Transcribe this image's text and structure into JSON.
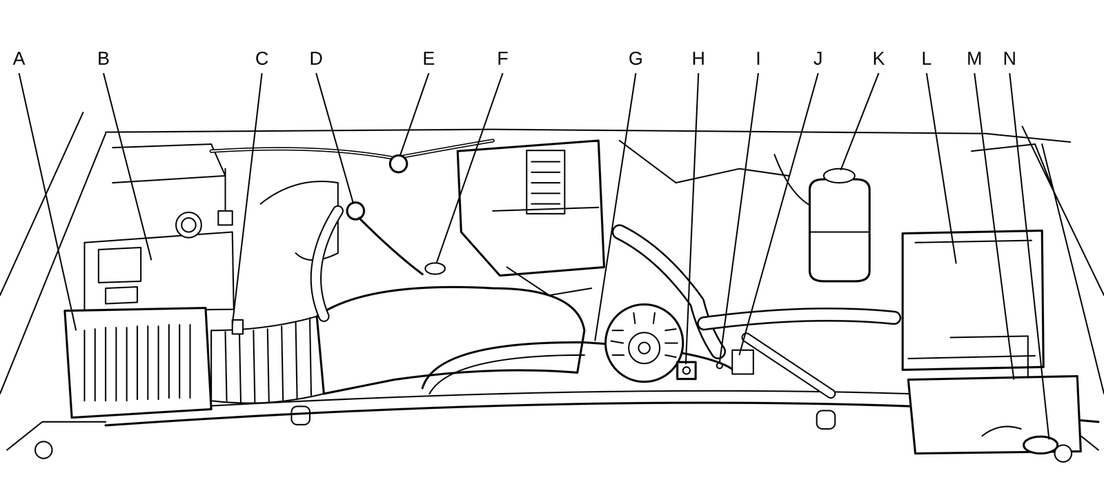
{
  "diagram": {
    "labels": [
      "A",
      "B",
      "C",
      "D",
      "E",
      "F",
      "G",
      "H",
      "I",
      "J",
      "K",
      "L",
      "M",
      "N"
    ]
  }
}
